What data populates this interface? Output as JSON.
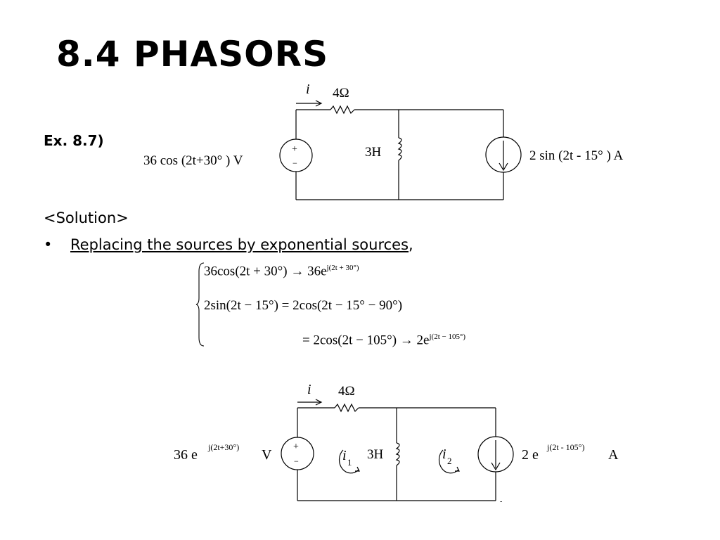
{
  "title": "8.4 PHASORS",
  "example_label": "Ex. 8.7)",
  "solution_label": "<Solution>",
  "bullet": {
    "marker": "•",
    "underlined_text": "Replacing the sources by exponential sources",
    "tail": ","
  },
  "circuit1": {
    "current_label": "i",
    "resistor_label": "4Ω",
    "inductor_label": "3H",
    "voltage_source_label": "36 cos (2t+30° ) V",
    "current_source_label": "2 sin (2t - 15° ) A",
    "plus": "+",
    "minus": "−"
  },
  "equations": {
    "line1_lhs": "36cos(2t + 30°) → 36e",
    "line1_exp": "j(2t + 30°)",
    "line2": "2sin(2t − 15°) = 2cos(2t − 15° − 90°)",
    "line3_lhs": "= 2cos(2t − 105°) → 2e",
    "line3_exp": "j(2t − 105°)"
  },
  "circuit2": {
    "current_label": "i",
    "resistor_label": "4Ω",
    "inductor_label": "3H",
    "voltage_source_base": "36 e",
    "voltage_source_exp": "j(2t+30°)",
    "voltage_source_unit": "V",
    "current_source_base": "2 e",
    "current_source_exp": "j(2t - 105°)",
    "current_source_unit": "A",
    "mesh1_label": "i",
    "mesh1_sub": "1",
    "mesh2_label": "i",
    "mesh2_sub": "2",
    "plus": "+",
    "minus": "−",
    "stray_mark": "-"
  }
}
